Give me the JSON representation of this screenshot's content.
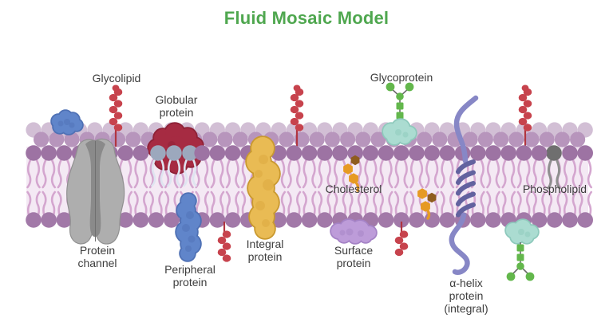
{
  "title": "Fluid Mosaic Model",
  "diagram": {
    "labels": {
      "glycolipid": "Glycolipid",
      "globular_protein": "Globular\nprotein",
      "glycoprotein": "Glycoprotein",
      "protein_channel": "Protein\nchannel",
      "peripheral_protein": "Peripheral\nprotein",
      "integral_protein": "Integral\nprotein",
      "cholesterol": "Cholesterol",
      "surface_protein": "Surface\nprotein",
      "alpha_helix_protein": "α-helix\nprotein\n(integral)",
      "phospholipid": "Phospholipid"
    },
    "colors": {
      "title": "#4fa74f",
      "label": "#3d3d3d",
      "membrane_bg": "#f4e9f4",
      "tail": "#d4a6cf",
      "head_front": "#9d73a3",
      "head_bottom": "#a279a8",
      "head_back1": "#d2bfd5",
      "head_back2": "#b795bc",
      "channel_outer": "#aeaeae",
      "channel_inner": "#8a8a8a",
      "channel_stroke": "#909090",
      "globular": "#a62b42",
      "globular_outline": "#8d2136",
      "gray_head": "#9ca8bd",
      "gray_tail": "#dfe5f1",
      "blue": "#6085ca",
      "blue_outline": "#4f71b5",
      "gold": "#e9bb54",
      "gold_outline": "#c9992f",
      "gold_texture": "#dca73e",
      "lavender": "#bd9cd9",
      "lavender_outline": "#a583c6",
      "teal": "#abdcd1",
      "teal_outline": "#8ec9bc",
      "green": "#63b74c",
      "chain_stem": "#6b6b6b",
      "red": "#c7434d",
      "red_dark": "#b03540",
      "orange": "#e69a23",
      "brown": "#8f5c1e",
      "helix": "#8787c6",
      "helix_dark": "#62629f",
      "phospho_gray_head": "#6f6f6f",
      "phospho_gray_tail": "#8f8f8f"
    }
  }
}
